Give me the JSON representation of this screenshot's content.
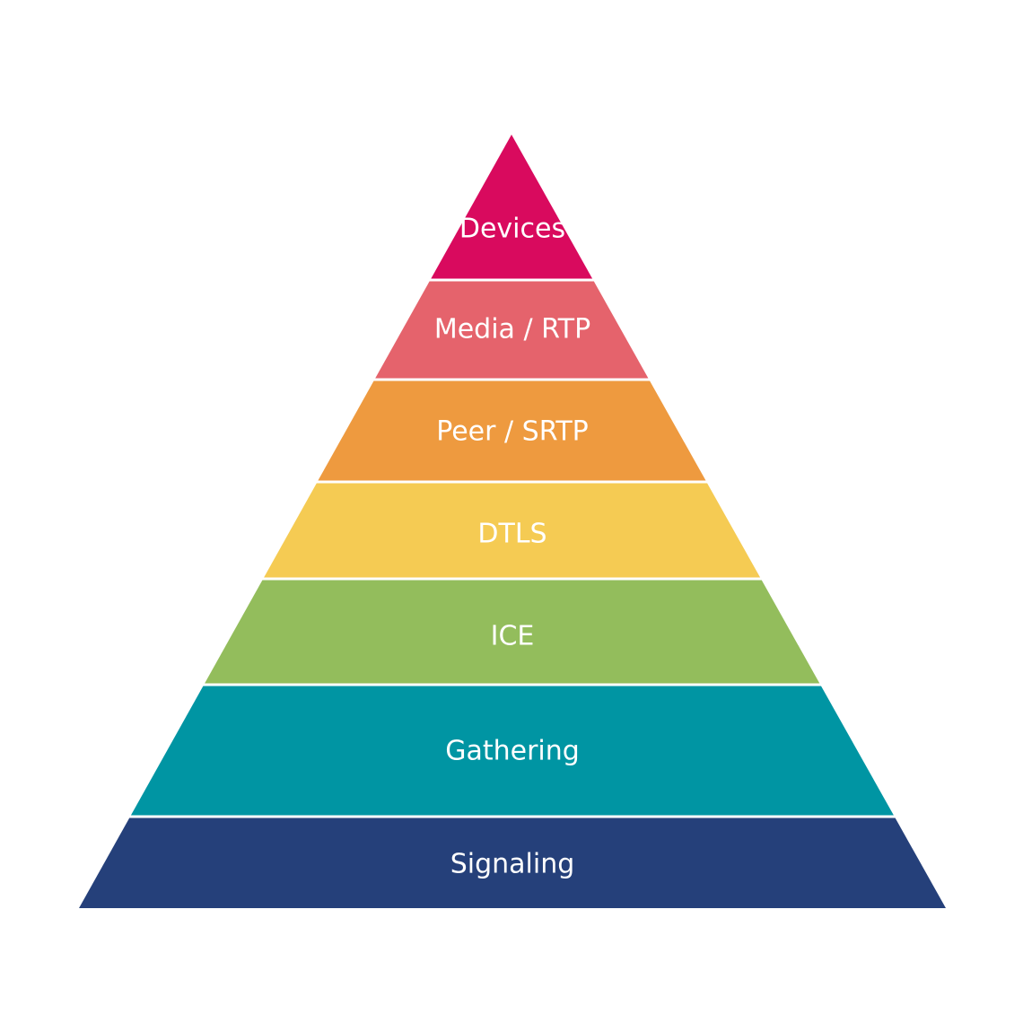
{
  "pyramid": {
    "layers": [
      {
        "label": "Devices",
        "color": "#d90a5e"
      },
      {
        "label": "Media / RTP",
        "color": "#e5636c"
      },
      {
        "label": "Peer / SRTP",
        "color": "#ee9a3f"
      },
      {
        "label": "DTLS",
        "color": "#f5cb53"
      },
      {
        "label": "ICE",
        "color": "#93bd5c"
      },
      {
        "label": "Gathering",
        "color": "#0095a3"
      },
      {
        "label": "Signaling",
        "color": "#25407a"
      }
    ],
    "divider_color": "#ffffff"
  }
}
